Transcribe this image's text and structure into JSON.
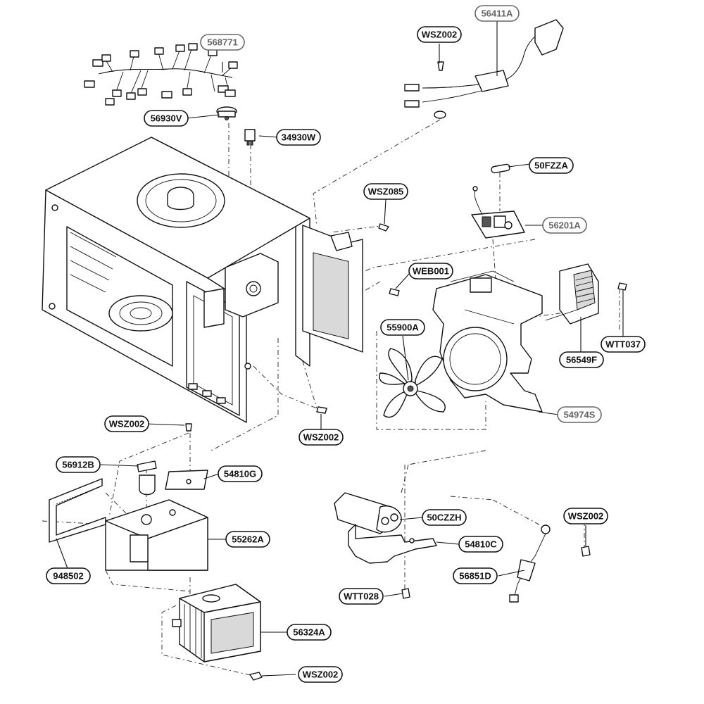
{
  "labels": [
    {
      "id": "568771",
      "text": "568771",
      "gray": true
    },
    {
      "id": "56930V",
      "text": "56930V",
      "gray": false
    },
    {
      "id": "34930W",
      "text": "34930W",
      "gray": false
    },
    {
      "id": "WSZ002_top",
      "text": "WSZ002",
      "gray": false
    },
    {
      "id": "56411A",
      "text": "56411A",
      "gray": true
    },
    {
      "id": "50FZZA",
      "text": "50FZZA",
      "gray": false
    },
    {
      "id": "WSZ085",
      "text": "WSZ085",
      "gray": false
    },
    {
      "id": "56201A",
      "text": "56201A",
      "gray": true
    },
    {
      "id": "WEB001",
      "text": "WEB001",
      "gray": false
    },
    {
      "id": "55900A",
      "text": "55900A",
      "gray": false
    },
    {
      "id": "WTT037",
      "text": "WTT037",
      "gray": false
    },
    {
      "id": "56549F",
      "text": "56549F",
      "gray": false
    },
    {
      "id": "54974S",
      "text": "54974S",
      "gray": true
    },
    {
      "id": "WSZ002_left",
      "text": "WSZ002",
      "gray": false
    },
    {
      "id": "WSZ002_mid",
      "text": "WSZ002",
      "gray": false
    },
    {
      "id": "56912B",
      "text": "56912B",
      "gray": false
    },
    {
      "id": "54810G",
      "text": "54810G",
      "gray": false
    },
    {
      "id": "55262A",
      "text": "55262A",
      "gray": false
    },
    {
      "id": "948502",
      "text": "948502",
      "gray": false
    },
    {
      "id": "50CZZH",
      "text": "50CZZH",
      "gray": false
    },
    {
      "id": "54810C",
      "text": "54810C",
      "gray": false
    },
    {
      "id": "WSZ002_right",
      "text": "WSZ002",
      "gray": false
    },
    {
      "id": "56851D",
      "text": "56851D",
      "gray": false
    },
    {
      "id": "WTT028",
      "text": "WTT028",
      "gray": false
    },
    {
      "id": "56324A",
      "text": "56324A",
      "gray": false
    },
    {
      "id": "WSZ002_bottom",
      "text": "WSZ002",
      "gray": false
    }
  ]
}
